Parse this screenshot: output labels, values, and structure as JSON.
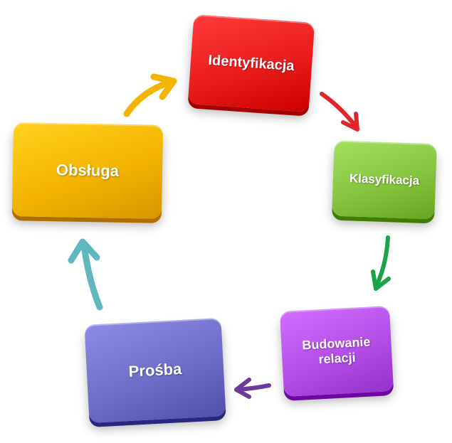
{
  "nodes": {
    "identyfikacja": {
      "label": "Identyfikacja",
      "color": "#ea1c1c"
    },
    "klasyfikacja": {
      "label": "Klasyfikacja",
      "color": "#86c440"
    },
    "budowanie": {
      "label": "Budowanie relacji",
      "color": "#b34fe8"
    },
    "prosba": {
      "label": "Prośba",
      "color": "#6e6ec8"
    },
    "obsluga": {
      "label": "Obsługa",
      "color": "#f4b400"
    }
  },
  "arrow_colors": {
    "identyfikacja_to_klasyfikacja": "#e0262b",
    "klasyfikacja_to_budowanie": "#1aa44a",
    "budowanie_to_prosba": "#6b3a9c",
    "prosba_to_obsluga": "#5fb8bd",
    "obsluga_to_identyfikacja": "#f4b400"
  }
}
